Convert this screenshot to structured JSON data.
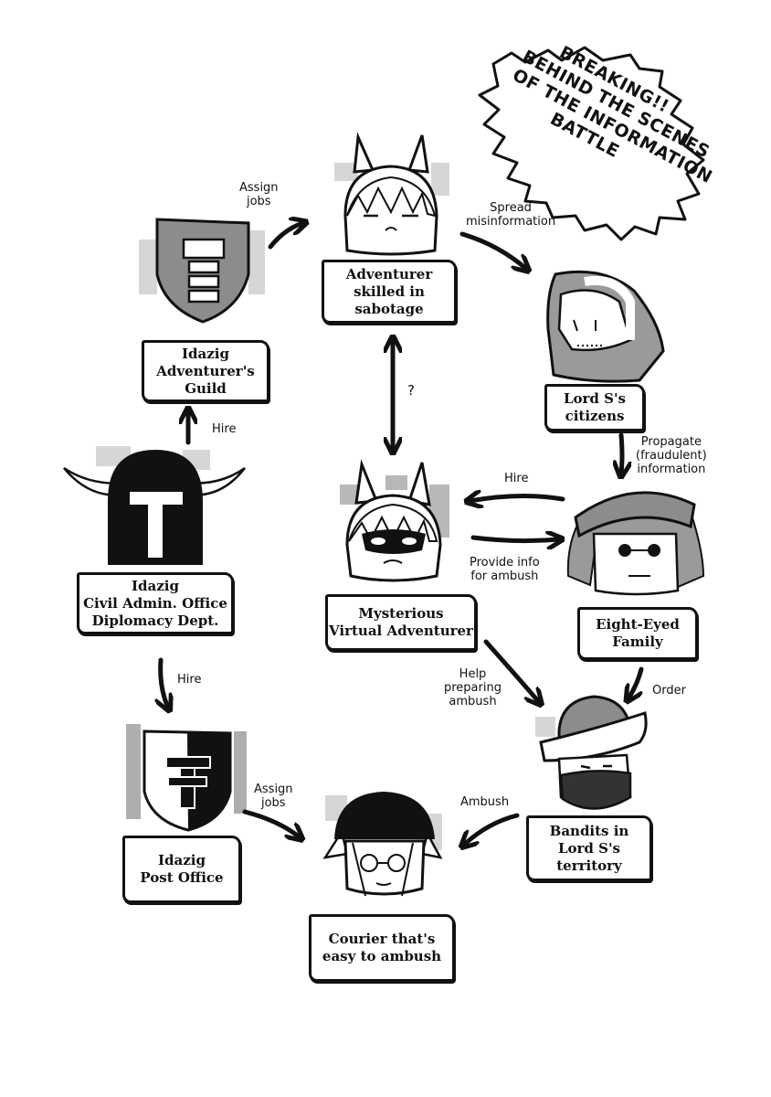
{
  "title": [
    "BREAKING!!",
    "BEHIND THE SCENES",
    "OF THE INFORMATION",
    "BATTLE"
  ],
  "nodes": {
    "guild": [
      "Idazig",
      "Adventurer's",
      "Guild"
    ],
    "civil_admin": [
      "Idazig",
      "Civil Admin. Office",
      "Diplomacy Dept."
    ],
    "post_office": [
      "Idazig",
      "Post Office"
    ],
    "saboteur": [
      "Adventurer",
      "skilled in",
      "sabotage"
    ],
    "virtual_adventurer": [
      "Mysterious",
      "Virtual Adventurer"
    ],
    "courier": [
      "Courier that's",
      "easy to ambush"
    ],
    "citizens": [
      "Lord S's",
      "citizens"
    ],
    "eight_eyed": [
      "Eight-Eyed",
      "Family"
    ],
    "bandits": [
      "Bandits in",
      "Lord S's",
      "territory"
    ]
  },
  "edges": {
    "assign_jobs_top": [
      "Assign",
      "jobs"
    ],
    "spread_misinfo": [
      "Spread",
      "misinformation"
    ],
    "question": "?",
    "hire_guild": "Hire",
    "propagate": [
      "Propagate",
      "(fraudulent)",
      "information"
    ],
    "hire_mid": "Hire",
    "provide_info": [
      "Provide info",
      "for ambush"
    ],
    "hire_post": "Hire",
    "help_preparing": [
      "Help",
      "preparing",
      "ambush"
    ],
    "order": "Order",
    "assign_jobs_bottom": [
      "Assign",
      "jobs"
    ],
    "ambush": "Ambush"
  },
  "colors": {
    "ink": "#111111",
    "paper": "#ffffff",
    "tone": "#9a9a9a",
    "shadow": "#c4c4c4"
  }
}
